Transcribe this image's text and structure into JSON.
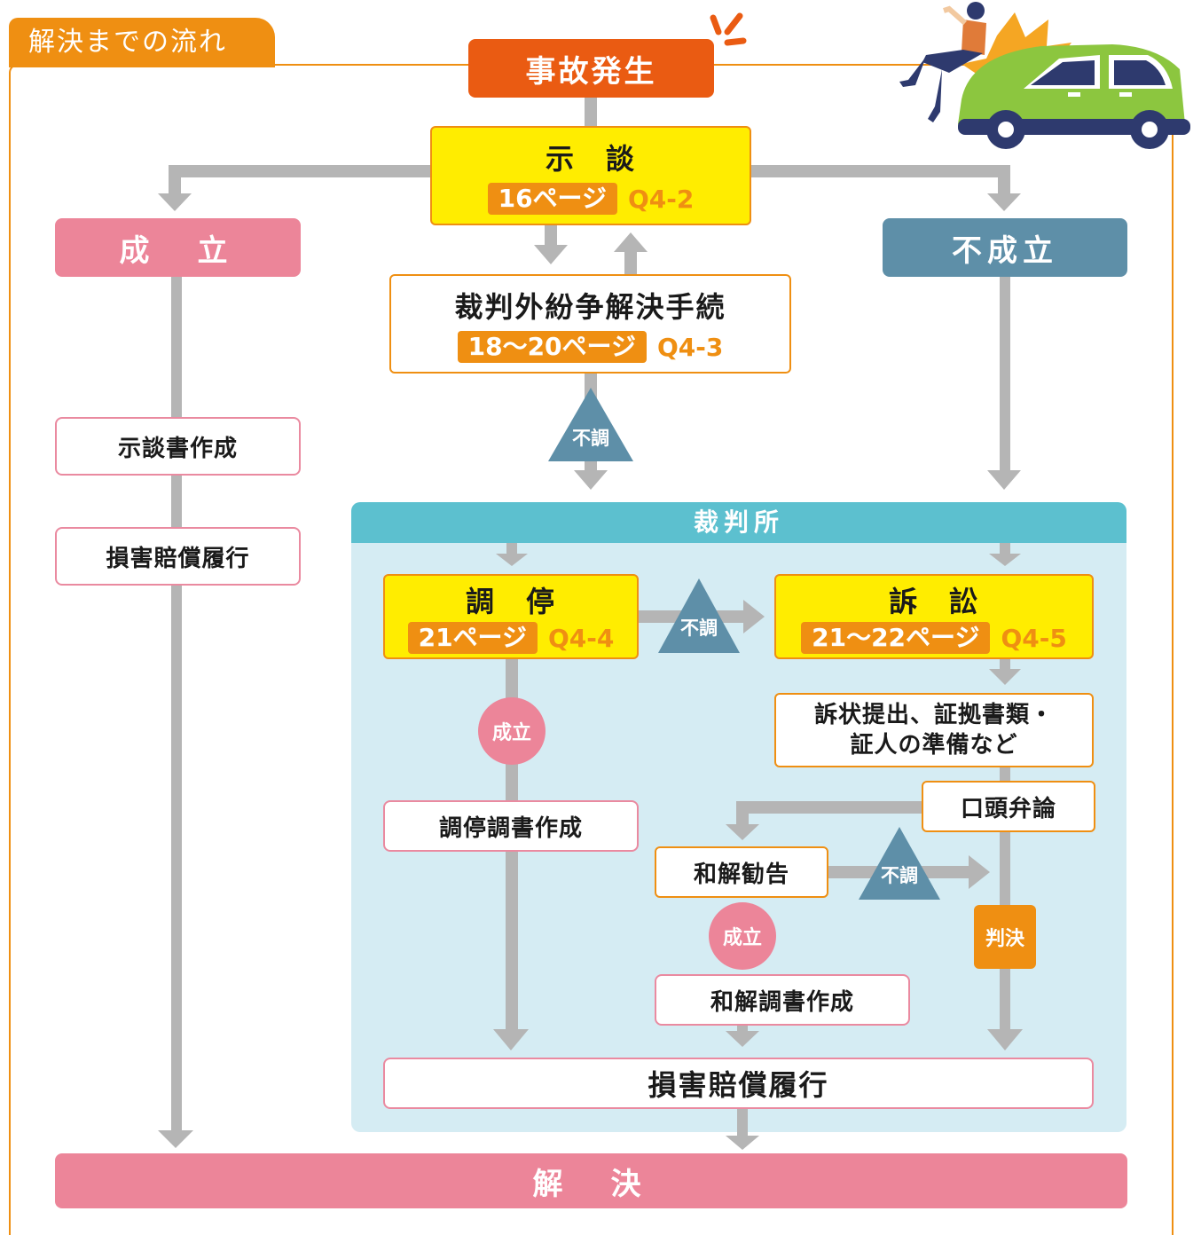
{
  "header": {
    "tab_label": "解決までの流れ"
  },
  "nodes": {
    "accident": "事故発生",
    "settlement": {
      "title": "示　談",
      "pages": "16ページ",
      "q": "Q4-2"
    },
    "success_left": "成　立",
    "failure_right": "不成立",
    "adr": {
      "title": "裁判外紛争解決手続",
      "pages": "18〜20ページ",
      "q": "Q4-3"
    },
    "settlement_doc": "示談書作成",
    "compensation_left": "損害賠償履行",
    "court": "裁判所",
    "mediation": {
      "title": "調　停",
      "pages": "21ページ",
      "q": "Q4-4"
    },
    "lawsuit": {
      "title": "訴　訟",
      "pages": "21〜22ページ",
      "q": "Q4-5"
    },
    "filing": {
      "line1": "訴状提出、証拠書類・",
      "line2": "証人の準備など"
    },
    "oral_argument": "口頭弁論",
    "mediation_doc": "調停調書作成",
    "reconciliation_advice": "和解勧告",
    "reconciliation_doc": "和解調書作成",
    "compensation_court": "損害賠償履行",
    "resolution": "解　決"
  },
  "badges": {
    "fuchou_adr": "不調",
    "fuchou_mediation": "不調",
    "fuchou_reconciliation": "不調",
    "seiritsu_mediation": "成立",
    "seiritsu_reconciliation": "成立",
    "judgment": "判決"
  },
  "colors": {
    "orange": "#ef8f12",
    "accident_red": "#ea5b12",
    "yellow": "#ffed00",
    "pink": "#ec8599",
    "steel_blue": "#5e8fa8",
    "court_header": "#5cc0cf",
    "court_bg": "#d5ecf3",
    "connector_gray": "#b5b5b5"
  },
  "icons": {
    "illustration": "car-accident-illustration"
  }
}
